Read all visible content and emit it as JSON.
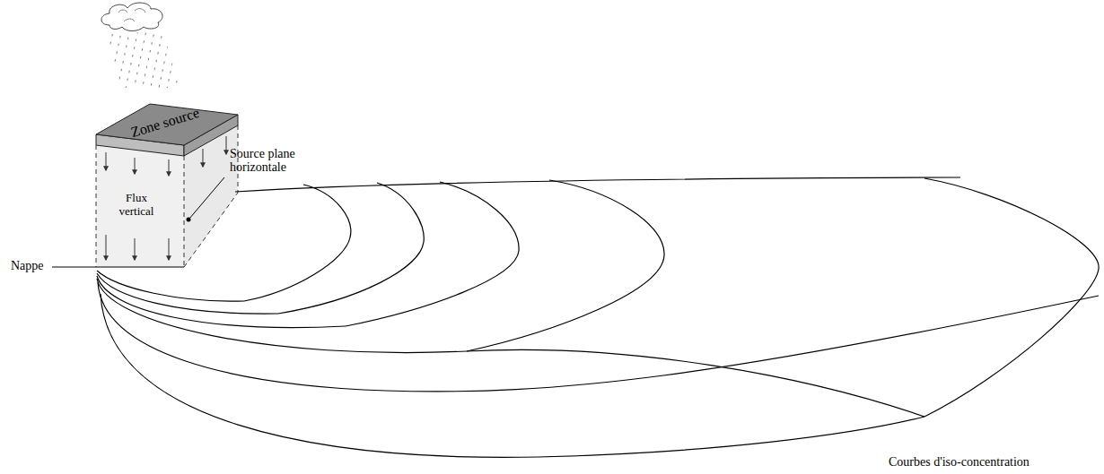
{
  "diagram": {
    "nodes": [
      {
        "text": [
          "Zone source"
        ]
      },
      {
        "text": [
          "Flux vertical"
        ]
      }
    ],
    "labels": [
      "Source plane horizontale",
      "Nappe",
      "Courbes d'iso-concentration"
    ]
  }
}
